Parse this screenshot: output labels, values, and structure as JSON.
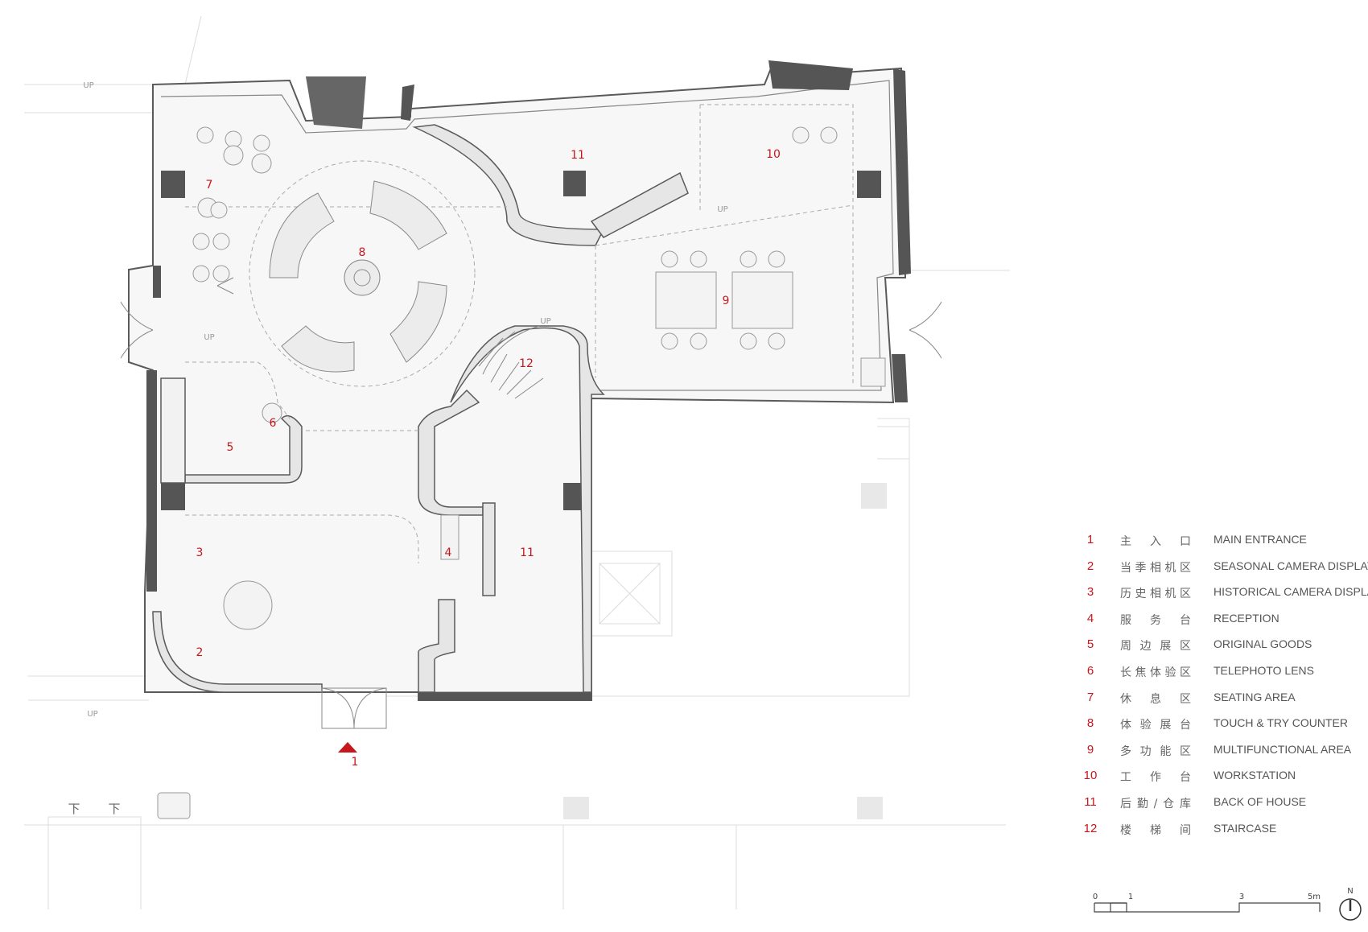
{
  "plan": {
    "room_labels": [
      {
        "id": "entrance",
        "text": "1"
      },
      {
        "id": "seasonal",
        "text": "2"
      },
      {
        "id": "historical",
        "text": "3"
      },
      {
        "id": "reception",
        "text": "4"
      },
      {
        "id": "original-goods",
        "text": "5"
      },
      {
        "id": "telephoto",
        "text": "6"
      },
      {
        "id": "seating",
        "text": "7"
      },
      {
        "id": "touch-try",
        "text": "8"
      },
      {
        "id": "multifunctional",
        "text": "9"
      },
      {
        "id": "workstation",
        "text": "10"
      },
      {
        "id": "back-of-house-north",
        "text": "11"
      },
      {
        "id": "back-of-house-south",
        "text": "11"
      },
      {
        "id": "staircase",
        "text": "12"
      }
    ],
    "up_marks": [
      "UP",
      "UP",
      "UP",
      "UP",
      "UP"
    ],
    "down_marks": [
      "下",
      "下"
    ]
  },
  "legend": [
    {
      "num": "1",
      "cn": "主入口",
      "en": "MAIN ENTRANCE"
    },
    {
      "num": "2",
      "cn": "当季相机区",
      "en": "SEASONAL CAMERA DISPLAY"
    },
    {
      "num": "3",
      "cn": "历史相机区",
      "en": "HISTORICAL CAMERA DISPLAY"
    },
    {
      "num": "4",
      "cn": "服务台",
      "en": "RECEPTION"
    },
    {
      "num": "5",
      "cn": "周边展区",
      "en": "ORIGINAL GOODS"
    },
    {
      "num": "6",
      "cn": "长焦体验区",
      "en": "TELEPHOTO LENS"
    },
    {
      "num": "7",
      "cn": "休息区",
      "en": "SEATING AREA"
    },
    {
      "num": "8",
      "cn": "体验展台",
      "en": "TOUCH & TRY  COUNTER"
    },
    {
      "num": "9",
      "cn": "多功能区",
      "en": "MULTIFUNCTIONAL AREA"
    },
    {
      "num": "10",
      "cn": "工作台",
      "en": "WORKSTATION"
    },
    {
      "num": "11",
      "cn": "后勤/仓库",
      "en": "BACK OF HOUSE"
    },
    {
      "num": "12",
      "cn": "楼梯间",
      "en": "STAIRCASE"
    }
  ],
  "scale_bar": {
    "ticks": [
      "0",
      "1",
      "3",
      "5m"
    ]
  },
  "north": {
    "letter": "N"
  },
  "colors": {
    "accent": "#c8161d",
    "wall": "#5a5a5a",
    "wall_fill": "#e6e6e6",
    "line": "#999999"
  }
}
